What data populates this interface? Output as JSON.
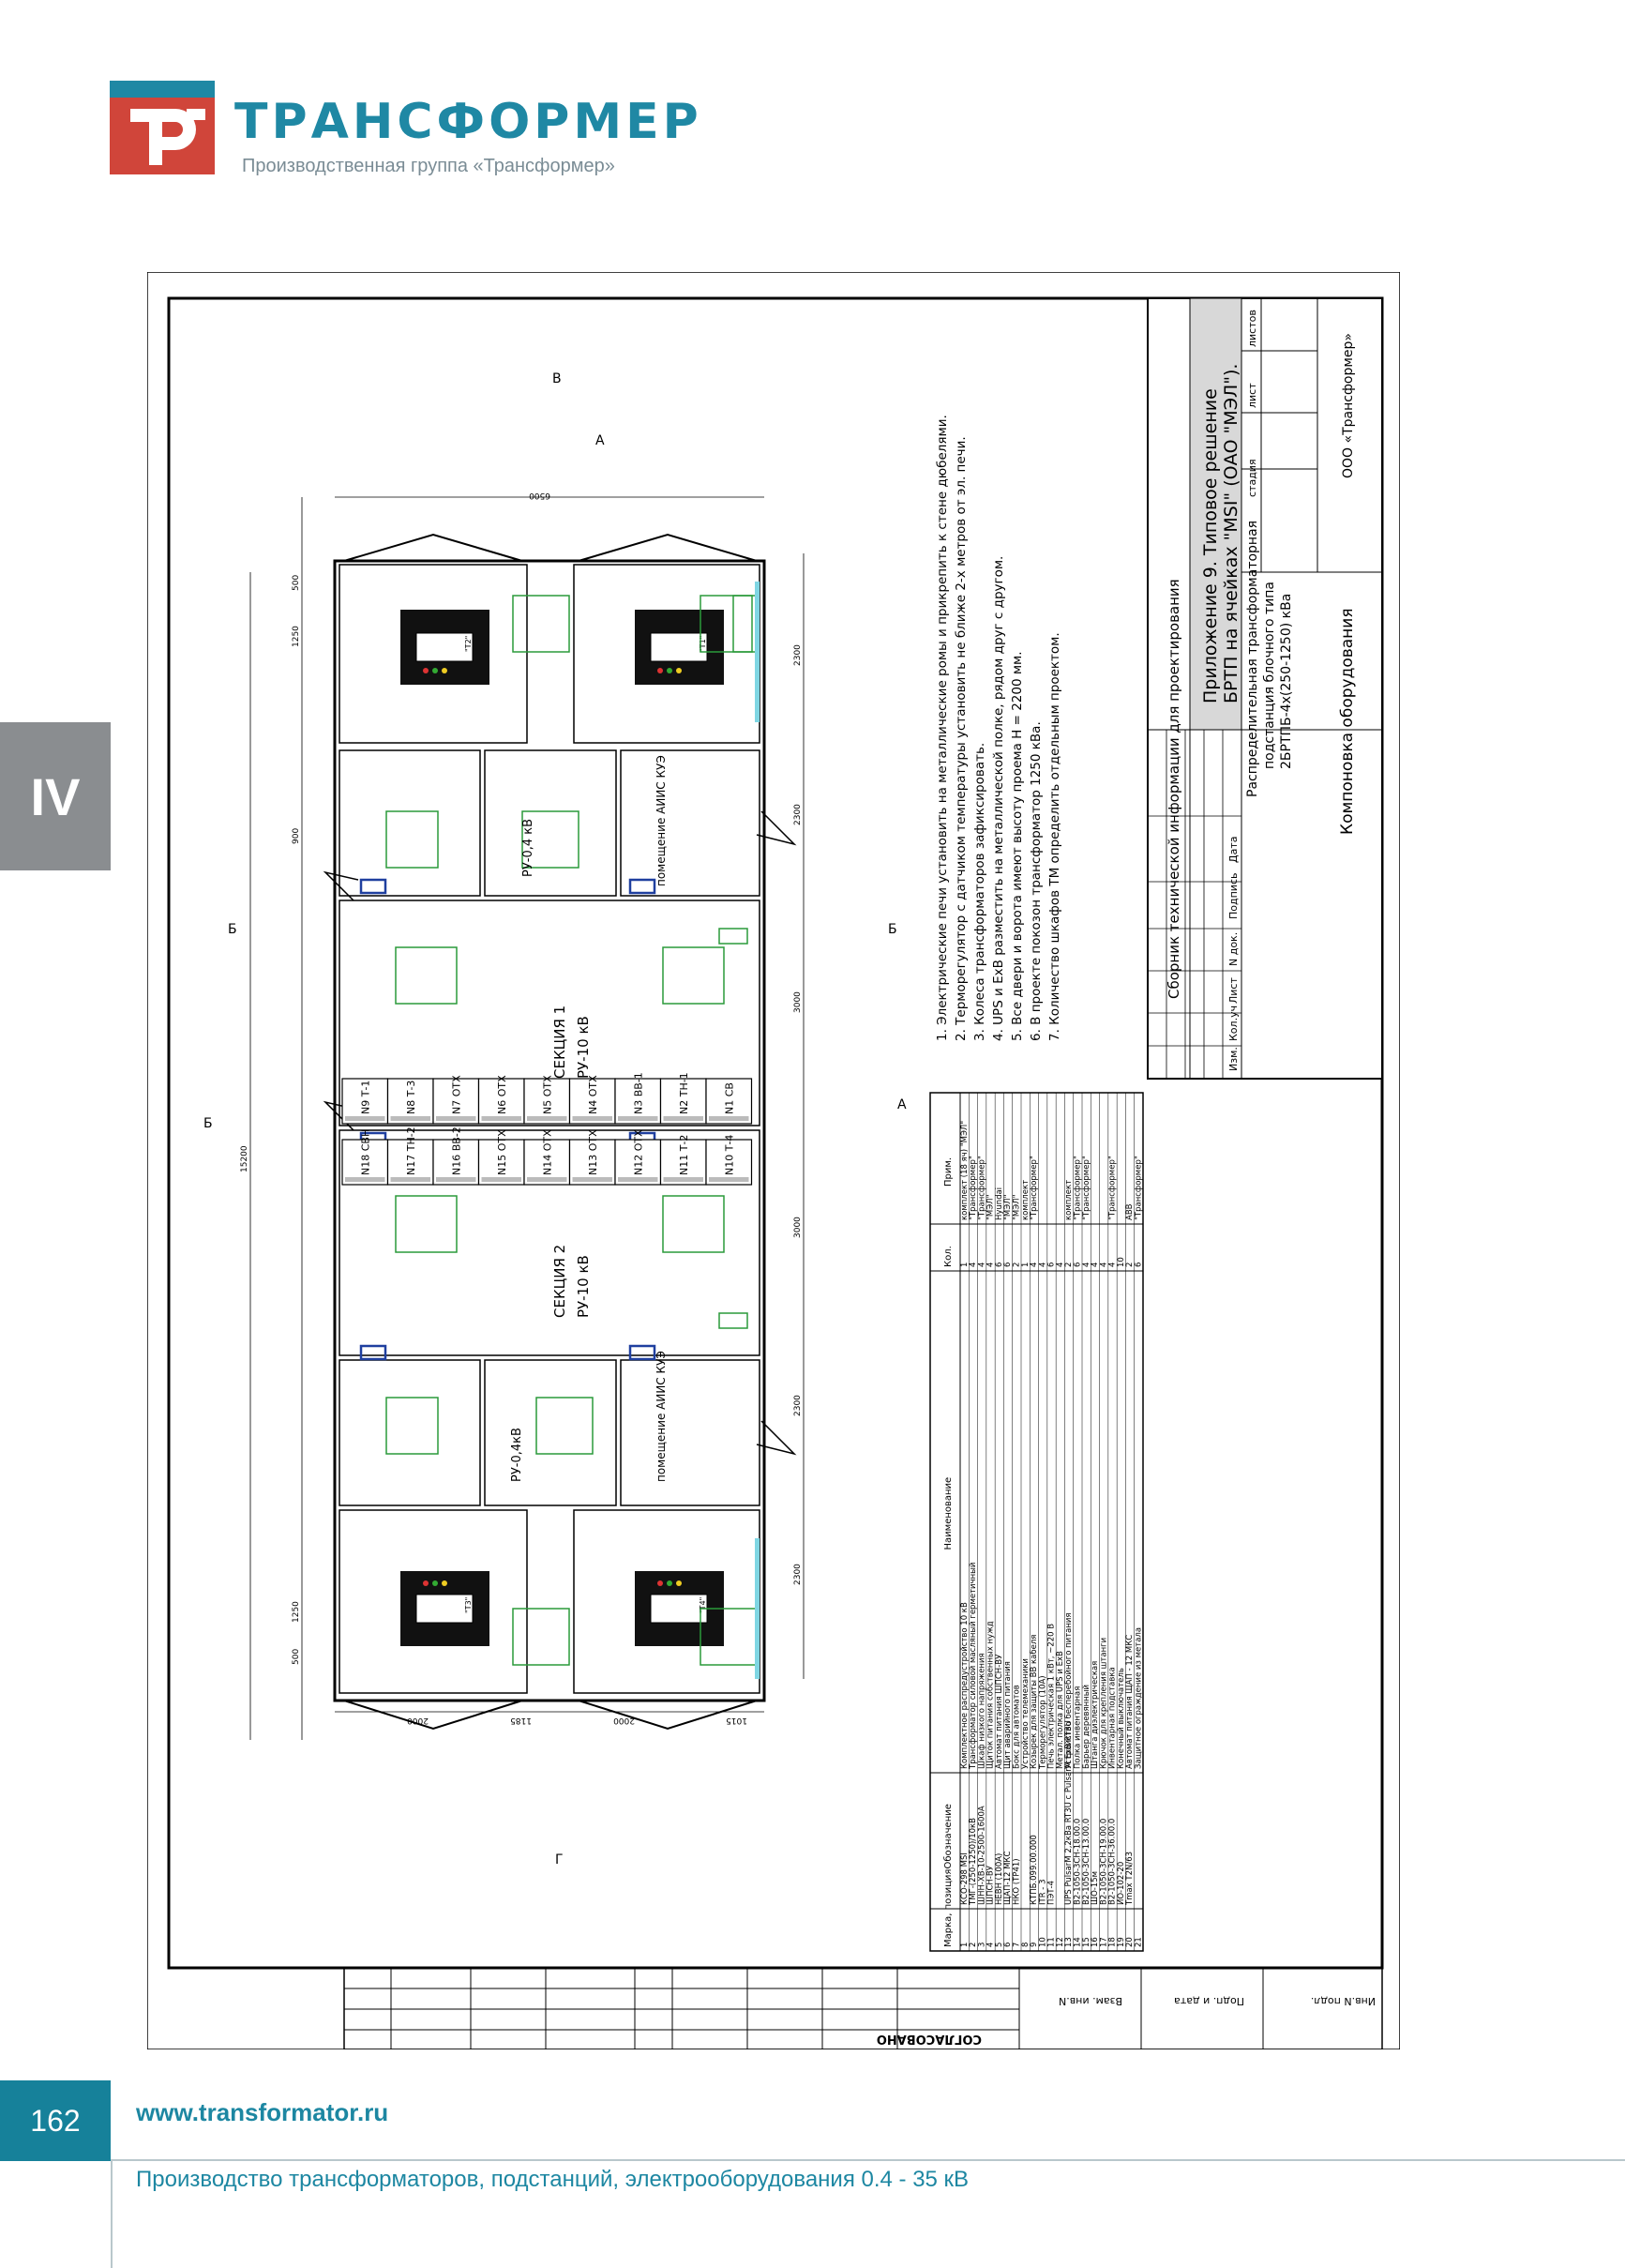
{
  "header": {
    "brand": "ТРАНСФОРМЕР",
    "subtitle": "Производственная группа «Трансформер»",
    "section": "IV"
  },
  "title_block": {
    "collection": "Сборник технической информации для проектирования",
    "appendix_line1": "Приложение 9. Типовое решение",
    "appendix_line2": "БРТП на ячейках \"MSI\" (ОАО \"МЭЛ\").",
    "object_line1": "Распределительная трансформаторная",
    "object_line2": "подстанция блочного типа",
    "object_line3": "2БРТПБ-4х(250-1250) кВа",
    "sheet_name": "Компоновка оборудования",
    "company": "ООО «Трансформер»",
    "col_stage": "стадия",
    "col_sheet": "лист",
    "col_sheets": "листов",
    "sign_cols": [
      "Изм.",
      "Кол.уч",
      "Лист",
      "N док.",
      "Подпись",
      "Дата"
    ]
  },
  "notes": [
    "1. Электрические печи установить на металлические ромы и прикрепить к стене дюбелями.",
    "2. Терморегулятор с датчиком температуры установить  не ближе 2-х метров от эл. печи.",
    "3. Колеса трансформаторов зафиксировать.",
    "4. UPS и ExB разместить на металлической полке, рядом друг с другом.",
    "5. Все двери и ворота имеют высоту проема Н = 2200 мм.",
    "6. В проекте покозон трансформатор 1250 кВа.",
    "7. Количество шкафов ТМ определить отдельным проектом."
  ],
  "spec_table": {
    "headers": [
      "Марка, позиция",
      "Обозначение",
      "Наименование",
      "Кол.",
      "Прим."
    ],
    "rows": [
      [
        "1",
        "КСО-298 MSI",
        "Комплектное распредустройство 10 кВ",
        "1",
        "комплект (18 яч) \"МЭЛ\""
      ],
      [
        "2",
        "ТМГ-(250-1250)/10кВ",
        "Трансформатор силовой масляный герметичный",
        "4",
        "\"Трансформер\""
      ],
      [
        "3",
        "ШНН-ХВ-10-2500-1600А",
        "Шкаф низкого напряжения",
        "4",
        "\"Трансформер\""
      ],
      [
        "4",
        "ШПСН-ВУ",
        "Щиток питания собственных нужд",
        "4",
        "\"МЭЛ\""
      ],
      [
        "5",
        "НЕВН (100А)",
        "Автомат питания ШПСН-ВУ",
        "6",
        "Hyundai"
      ],
      [
        "6",
        "ЩАП-12 МКС",
        "Щит аварийного питания",
        "6",
        "\"МЭЛ\""
      ],
      [
        "7",
        "НКО (ТР41)",
        "Бокс для автоматов",
        "2",
        "\"МЭЛ\""
      ],
      [
        "8",
        "",
        "Устройство телемеханики",
        "1",
        "комплект"
      ],
      [
        "9",
        "КТПБ.099.00.000",
        "Козырек для защиты ВВ кабеля",
        "4",
        "\"Трансформер\""
      ],
      [
        "10",
        "ITR - 3",
        "Терморегулятор (10А)",
        "4",
        ""
      ],
      [
        "11",
        "ПЭТ-4",
        "Печь электрическая 1 кВт, ~220 В",
        "6",
        ""
      ],
      [
        "12",
        "",
        "Метал. полка для UPS и ExB",
        "4",
        ""
      ],
      [
        "13",
        "UPS PulsarM 2,2кВа RT3U с PulsarM ExB RT3U",
        "Устройство бесперебойного питания",
        "2",
        "комплект"
      ],
      [
        "14",
        "В2-1050-3СН-18.00.0",
        "Полка инвентарная",
        "6",
        "\"Трансформер\""
      ],
      [
        "15",
        "В2-1050-3СН-13.00.0",
        "Барьер деревянный",
        "4",
        "\"Трансформер\""
      ],
      [
        "16",
        "ШО-15м",
        "Штанга диэлектрическая",
        "4",
        ""
      ],
      [
        "17",
        "В2-1050-3СН-19.00.0",
        "Крючок для крепления штанги",
        "4",
        ""
      ],
      [
        "18",
        "В2-1050-3СН-36.00.0",
        "Инвентарная подставка",
        "4",
        "\"Трансформер\""
      ],
      [
        "19",
        "ИО-102-20",
        "Конечный выключатель",
        "10",
        ""
      ],
      [
        "20",
        "Tmax T2N/63",
        "Автомат питания ЩАП - 12 МКС",
        "2",
        "ABB"
      ],
      [
        "21",
        "",
        "Защитное ограждение из метала",
        "6",
        "\"Трансформер\""
      ]
    ]
  },
  "plan": {
    "section1": "СЕКЦИЯ 1",
    "section2": "СЕКЦИЯ 2",
    "ru10": "РУ-10 кВ",
    "ru04a": "РУ-0,4 кВ",
    "ru04b": "РУ-0,4кВ",
    "aiis": "помещение АИИС КУЭ",
    "cells_top": [
      "N1 СВ",
      "N2 ТН-1",
      "N3 ВВ-1",
      "N4 ОТХ",
      "N5 ОТХ",
      "N6 ОТХ",
      "N7 ОТХ",
      "N8 Т-3",
      "N9 Т-1"
    ],
    "cells_bottom": [
      "N18 СВН",
      "N17 ТН-2",
      "N16 ВВ-2",
      "N15 ОТХ",
      "N14 ОТХ",
      "N13 ОТХ",
      "N12 ОТХ",
      "N11 Т-2",
      "N10 Т-4"
    ],
    "transformers": [
      "\"Т2\"",
      "\"Т1\"",
      "\"Т3\"",
      "\"Т4\""
    ],
    "dims_side": [
      "2300",
      "2300",
      "3000",
      "3000",
      "2300",
      "2300"
    ],
    "dims_left": [
      "500",
      "1250",
      "900",
      "15200",
      "1250",
      "500"
    ],
    "dims_bottom": [
      "2000",
      "1185",
      "2000",
      "1015"
    ],
    "dim_top": "6500",
    "section_marks": [
      "Б",
      "В",
      "А",
      "Г",
      "Б",
      "А",
      "Б"
    ]
  },
  "approval": {
    "stamp": "СОГЛАСОВАНО",
    "cols": [
      "Взам. инв.N",
      "Подп. и дата",
      "Инв.N подл."
    ]
  },
  "footer": {
    "page_number": "162",
    "website": "www.transformator.ru",
    "tagline": "Производство трансформаторов, подстанций, электрооборудования 0.4 - 35 кВ"
  }
}
